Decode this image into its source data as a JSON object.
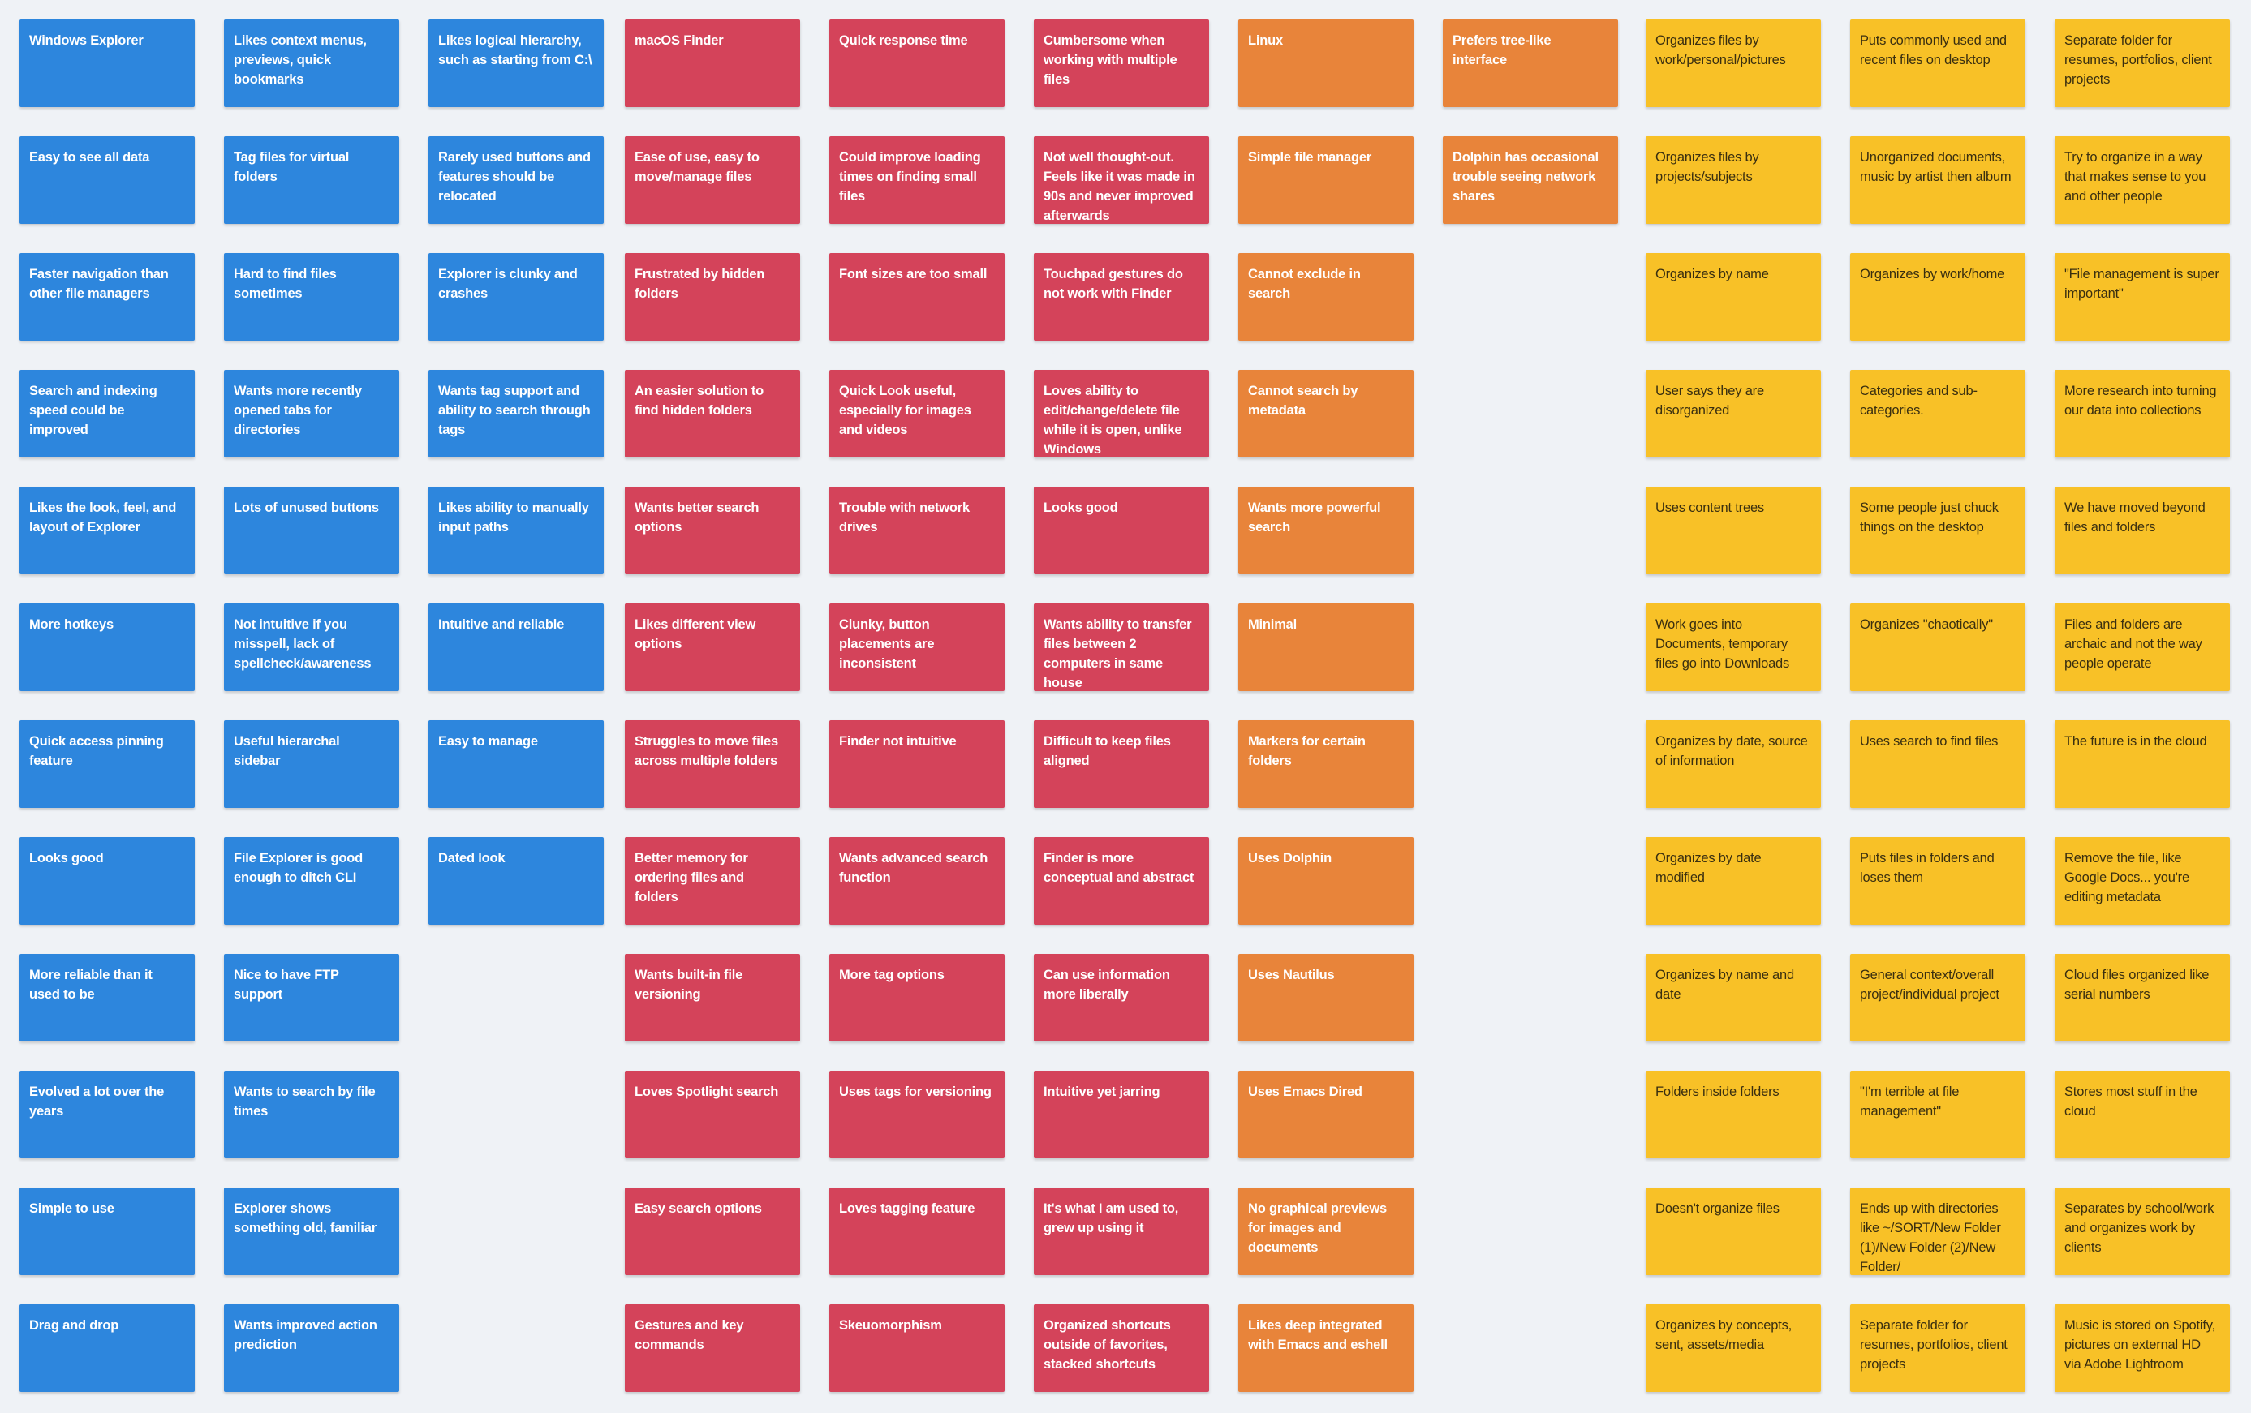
{
  "board": {
    "groups": [
      {
        "name": "windows-explorer",
        "color": "blue",
        "columns": [
          [
            "Windows Explorer",
            "Easy to see all data",
            "Faster navigation than other file managers",
            "Search and indexing speed could be improved",
            "Likes the look, feel, and layout of Explorer",
            "More hotkeys",
            "Quick access pinning feature",
            "Looks good",
            "More reliable than it used to be",
            "Evolved a lot over the years",
            "Simple to use",
            "Drag and drop"
          ],
          [
            "Likes context menus, previews, quick bookmarks",
            "Tag files for virtual folders",
            "Hard to find files sometimes",
            "Wants more recently opened tabs for directories",
            "Lots of unused buttons",
            "Not intuitive if you misspell, lack of spellcheck/awareness",
            "Useful hierarchal sidebar",
            "File Explorer is good enough to ditch CLI",
            "Nice to have FTP support",
            "Wants to search by file times",
            "Explorer shows something old, familiar",
            "Wants improved action prediction"
          ],
          [
            "Likes logical hierarchy, such as starting from C:\\",
            "Rarely used buttons and features should be relocated",
            "Explorer is clunky and crashes",
            "Wants tag support and ability to search through tags",
            "Likes ability to manually input paths",
            "Intuitive and reliable",
            "Easy to manage",
            "Dated look"
          ]
        ]
      },
      {
        "name": "macos-finder",
        "color": "red",
        "columns": [
          [
            "macOS Finder",
            "Ease of use, easy to move/manage files",
            "Frustrated by hidden folders",
            "An easier solution to find hidden folders",
            "Wants better search options",
            "Likes different view options",
            "Struggles to move files across multiple folders",
            "Better memory for ordering files and folders",
            "Wants built-in file versioning",
            "Loves Spotlight search",
            "Easy search options",
            "Gestures and key commands"
          ],
          [
            "Quick response time",
            "Could improve loading times on finding small files",
            "Font sizes are too small",
            "Quick Look useful, especially for images and videos",
            "Trouble with network drives",
            "Clunky, button placements are inconsistent",
            "Finder not intuitive",
            "Wants advanced search function",
            "More tag options",
            "Uses tags for versioning",
            "Loves tagging feature",
            "Skeuomorphism"
          ],
          [
            "Cumbersome when working with multiple files",
            "Not well thought-out. Feels like it was made in 90s and never improved afterwards",
            "Touchpad gestures do not work with Finder",
            "Loves ability to edit/change/delete file while it is open, unlike Windows",
            "Looks good",
            "Wants ability to transfer files between 2 computers in same house",
            "Difficult to keep files aligned",
            "Finder is more conceptual and abstract",
            "Can use information more liberally",
            "Intuitive yet jarring",
            "It's what I am used to, grew up using it",
            "Organized shortcuts outside of favorites, stacked shortcuts"
          ]
        ]
      },
      {
        "name": "linux",
        "color": "orange",
        "columns": [
          [
            "Linux",
            "Simple file manager",
            "Cannot exclude in search",
            "Cannot search by metadata",
            "Wants more powerful search",
            "Minimal",
            "Markers for certain folders",
            "Uses Dolphin",
            "Uses Nautilus",
            "Uses Emacs Dired",
            "No graphical previews for images and documents",
            "Likes deep integrated with Emacs and eshell"
          ],
          [
            "Prefers tree-like interface",
            "Dolphin has occasional trouble seeing network shares"
          ]
        ]
      },
      {
        "name": "organization-habits",
        "color": "yellow",
        "columns": [
          [
            "Organizes files by work/personal/pictures",
            "Organizes files by projects/subjects",
            "Organizes by name",
            "User says they are disorganized",
            "Uses content trees",
            "Work goes into Documents, temporary files go into Downloads",
            "Organizes by date, source of information",
            "Organizes by date modified",
            "Organizes by name and date",
            "Folders inside folders",
            "Doesn't organize files",
            "Organizes by concepts, sent, assets/media"
          ],
          [
            "Puts commonly used and recent files on desktop",
            "Unorganized documents, music by artist then album",
            "Organizes by work/home",
            "Categories and sub-categories.",
            "Some people just chuck things on the desktop",
            "Organizes \"chaotically\"",
            "Uses search to find files",
            "Puts files in folders and loses them",
            "General context/overall project/individual project",
            "\"I'm terrible at file management\"",
            "Ends up with directories like ~/SORT/New Folder (1)/New Folder (2)/New Folder/",
            "Separate folder for resumes, portfolios, client projects"
          ],
          [
            "Separate folder for resumes, portfolios, client projects",
            "Try to organize in a way that makes sense to you and other people",
            "\"File management is super important\"",
            "More research into turning our data into collections",
            "We have moved beyond files and folders",
            "Files and folders are archaic and not the way people operate",
            "The future is in the cloud",
            "Remove the file, like Google Docs... you're editing metadata",
            "Cloud files organized like serial numbers",
            "Stores most stuff in the cloud",
            "Separates by school/work and organizes work by clients",
            "Music is stored on Spotify, pictures on external HD via Adobe Lightroom"
          ]
        ]
      }
    ]
  }
}
